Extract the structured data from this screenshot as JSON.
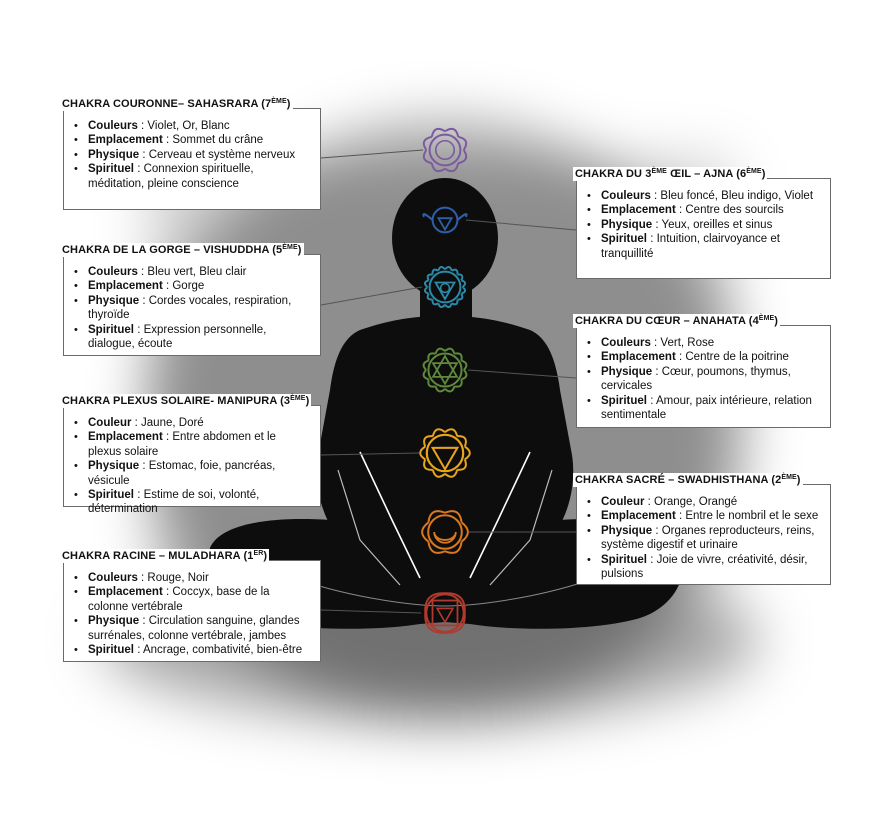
{
  "cards": [
    {
      "id": "sahasrara",
      "title": "CHAKRA COURONNE– SAHASRARA (7",
      "sup": "ÈME",
      "close": ")",
      "items": [
        {
          "key": "Couleurs",
          "val": " : Violet, Or, Blanc"
        },
        {
          "key": "Emplacement",
          "val": " : Sommet du crâne"
        },
        {
          "key": "Physique",
          "val": " : Cerveau et système nerveux"
        },
        {
          "key": "Spirituel",
          "val": " : Connexion spirituelle, méditation, pleine conscience"
        }
      ]
    },
    {
      "id": "ajna",
      "title": "CHAKRA DU 3",
      "sup": "ÈME",
      "title2": " ŒIL – AJNA (6",
      "sup2": "ÈME",
      "close": ")",
      "items": [
        {
          "key": "Couleurs",
          "val": " : Bleu foncé, Bleu indigo, Violet"
        },
        {
          "key": "Emplacement",
          "val": " : Centre des sourcils"
        },
        {
          "key": "Physique",
          "val": " : Yeux, oreilles et sinus"
        },
        {
          "key": "Spirituel",
          "val": " : Intuition, clairvoyance et tranquillité"
        }
      ]
    },
    {
      "id": "vishuddha",
      "title": "CHAKRA DE LA GORGE – VISHUDDHA (5",
      "sup": "ÈME",
      "close": ")",
      "items": [
        {
          "key": "Couleurs",
          "val": " : Bleu vert, Bleu clair"
        },
        {
          "key": "Emplacement",
          "val": " : Gorge"
        },
        {
          "key": "Physique",
          "val": " : Cordes vocales, respiration, thyroïde"
        },
        {
          "key": "Spirituel",
          "val": " : Expression personnelle, dialogue, écoute"
        }
      ]
    },
    {
      "id": "anahata",
      "title": "CHAKRA DU CŒUR – ANAHATA (4",
      "sup": "ÈME",
      "close": ")",
      "items": [
        {
          "key": "Couleurs",
          "val": " : Vert, Rose"
        },
        {
          "key": "Emplacement",
          "val": " : Centre de la poitrine"
        },
        {
          "key": "Physique",
          "val": " : Cœur, poumons, thymus, cervicales"
        },
        {
          "key": "Spirituel",
          "val": " : Amour, paix intérieure, relation sentimentale"
        }
      ]
    },
    {
      "id": "manipura",
      "title": "CHAKRA PLEXUS SOLAIRE- MANIPURA (3",
      "sup": "ÈME",
      "close": ")",
      "items": [
        {
          "key": "Couleur",
          "val": " : Jaune, Doré"
        },
        {
          "key": "Emplacement",
          "val": " : Entre abdomen et le plexus solaire"
        },
        {
          "key": "Physique",
          "val": " : Estomac, foie, pancréas, vésicule"
        },
        {
          "key": "Spirituel",
          "val": " : Estime de soi, volonté, détermination"
        }
      ]
    },
    {
      "id": "swadhisthana",
      "title": "CHAKRA SACRÉ – SWADHISTHANA (2",
      "sup": "ÈME",
      "close": ")",
      "items": [
        {
          "key": "Couleur",
          "val": " : Orange, Orangé"
        },
        {
          "key": "Emplacement",
          "val": " : Entre le nombril et le sexe"
        },
        {
          "key": "Physique",
          "val": " : Organes reproducteurs, reins, système digestif et urinaire"
        },
        {
          "key": "Spirituel",
          "val": " : Joie de vivre, créativité, désir, pulsions"
        }
      ]
    },
    {
      "id": "muladhara",
      "title": "CHAKRA RACINE – MULADHARA (1",
      "sup": "ER",
      "close": ")",
      "items": [
        {
          "key": "Couleurs",
          "val": " : Rouge, Noir"
        },
        {
          "key": "Emplacement",
          "val": " : Coccyx, base de la colonne vertébrale"
        },
        {
          "key": "Physique",
          "val": " : Circulation sanguine, glandes surrénales, colonne vertébrale, jambes"
        },
        {
          "key": "Spirituel",
          "val": " : Ancrage, combativité, bien-être"
        }
      ]
    }
  ],
  "chakra_symbols": [
    {
      "id": "sahasrara",
      "color": "#7c5aa0",
      "icon": "thousand-petal-lotus-icon"
    },
    {
      "id": "ajna",
      "color": "#2f5fa8",
      "icon": "eye-lotus-icon"
    },
    {
      "id": "vishuddha",
      "color": "#2a8aa8",
      "icon": "sixteen-petal-lotus-icon"
    },
    {
      "id": "anahata",
      "color": "#5f8a3c",
      "icon": "hexagram-lotus-icon"
    },
    {
      "id": "manipura",
      "color": "#e8a51c",
      "icon": "triangle-lotus-icon"
    },
    {
      "id": "swadhisthana",
      "color": "#d9781f",
      "icon": "crescent-lotus-icon"
    },
    {
      "id": "muladhara",
      "color": "#b03a2e",
      "icon": "square-triangle-lotus-icon"
    }
  ],
  "silhouette_color": "#0d0d0d",
  "connector_color": "#555555"
}
